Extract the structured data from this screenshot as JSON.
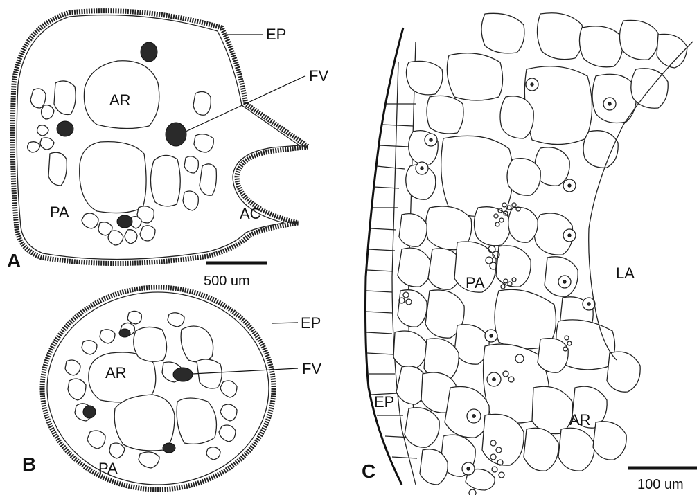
{
  "panels": {
    "a": {
      "letter": "A",
      "labels": {
        "ep": "EP",
        "fv": "FV",
        "ar": "AR",
        "pa": "PA",
        "ac": "AC"
      },
      "scale": "500 um"
    },
    "b": {
      "letter": "B",
      "labels": {
        "ep": "EP",
        "fv": "FV",
        "ar": "AR",
        "pa": "PA"
      }
    },
    "c": {
      "letter": "C",
      "labels": {
        "pa": "PA",
        "la": "LA",
        "ar": "AR",
        "ep": "EP"
      },
      "scale": "100 um"
    }
  },
  "colors": {
    "ink": "#111111",
    "bundle": "#2a2a2a",
    "paper": "#ffffff"
  }
}
